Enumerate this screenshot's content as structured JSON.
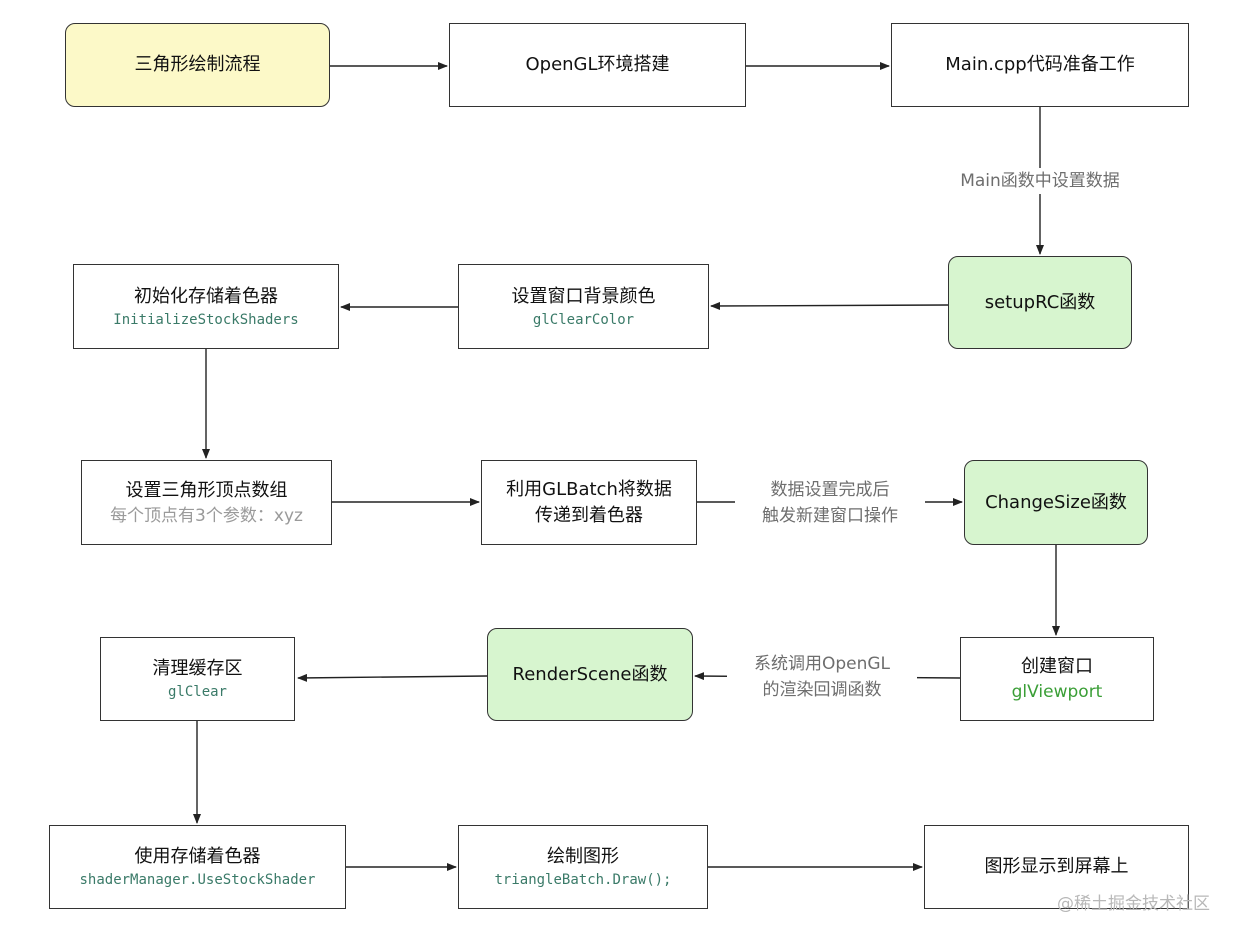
{
  "nodes": {
    "n1": {
      "title": "三角形绘制流程"
    },
    "n2": {
      "title": "OpenGL环境搭建"
    },
    "n3": {
      "title": "Main.cpp代码准备工作"
    },
    "n4": {
      "title": "setupRC函数"
    },
    "n5": {
      "title": "设置窗口背景颜色",
      "sub": "glClearColor"
    },
    "n6": {
      "title": "初始化存储着色器",
      "sub": "InitializeStockShaders"
    },
    "n7": {
      "title": "设置三角形顶点数组",
      "sub": "每个顶点有3个参数：xyz"
    },
    "n8": {
      "title_line1": "利用GLBatch将数据",
      "title_line2": "传递到着色器"
    },
    "n9": {
      "title": "ChangeSize函数"
    },
    "n10": {
      "title": "创建窗口",
      "sub": "glViewport"
    },
    "n11": {
      "title": "RenderScene函数"
    },
    "n12": {
      "title": "清理缓存区",
      "sub": "glClear"
    },
    "n13": {
      "title": "使用存储着色器",
      "sub": "shaderManager.UseStockShader"
    },
    "n14": {
      "title": "绘制图形",
      "sub": "triangleBatch.Draw();"
    },
    "n15": {
      "title": "图形显示到屏幕上"
    }
  },
  "edge_labels": {
    "e3_4": {
      "line1": "Main函数中设置数据"
    },
    "e8_9": {
      "line1": "数据设置完成后",
      "line2": "触发新建窗口操作"
    },
    "e10_11": {
      "line1": "系统调用OpenGL",
      "line2": "的渲染回调函数"
    }
  },
  "watermark": "@稀土掘金技术社区",
  "colors": {
    "start_fill": "#fcf9c8",
    "callback_fill": "#d7f5cf",
    "code_text": "#3a7a68",
    "green_text": "#3a9e36",
    "gray_text": "#9a9a9a"
  }
}
